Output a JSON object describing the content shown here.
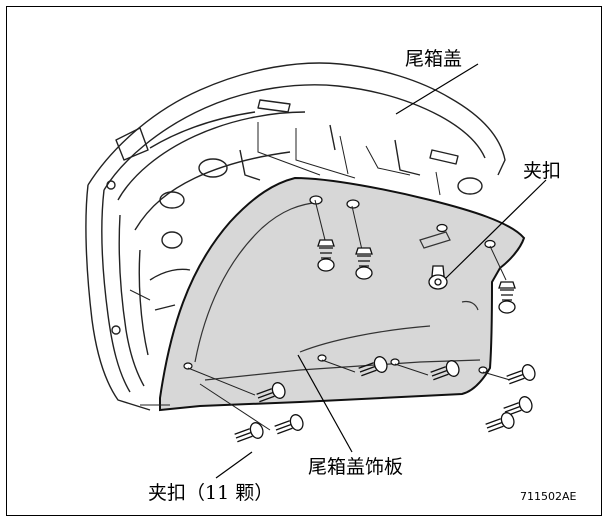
{
  "labels": {
    "trunk_lid": "尾箱盖",
    "clip": "夹扣",
    "trunk_lid_trim": "尾箱盖饰板",
    "clips_count": "夹扣（11 颗）"
  },
  "figure_code": "711502AE",
  "colors": {
    "trim_fill": "#d7d7d7",
    "outline": "#1a1a1a",
    "background": "#ffffff"
  }
}
